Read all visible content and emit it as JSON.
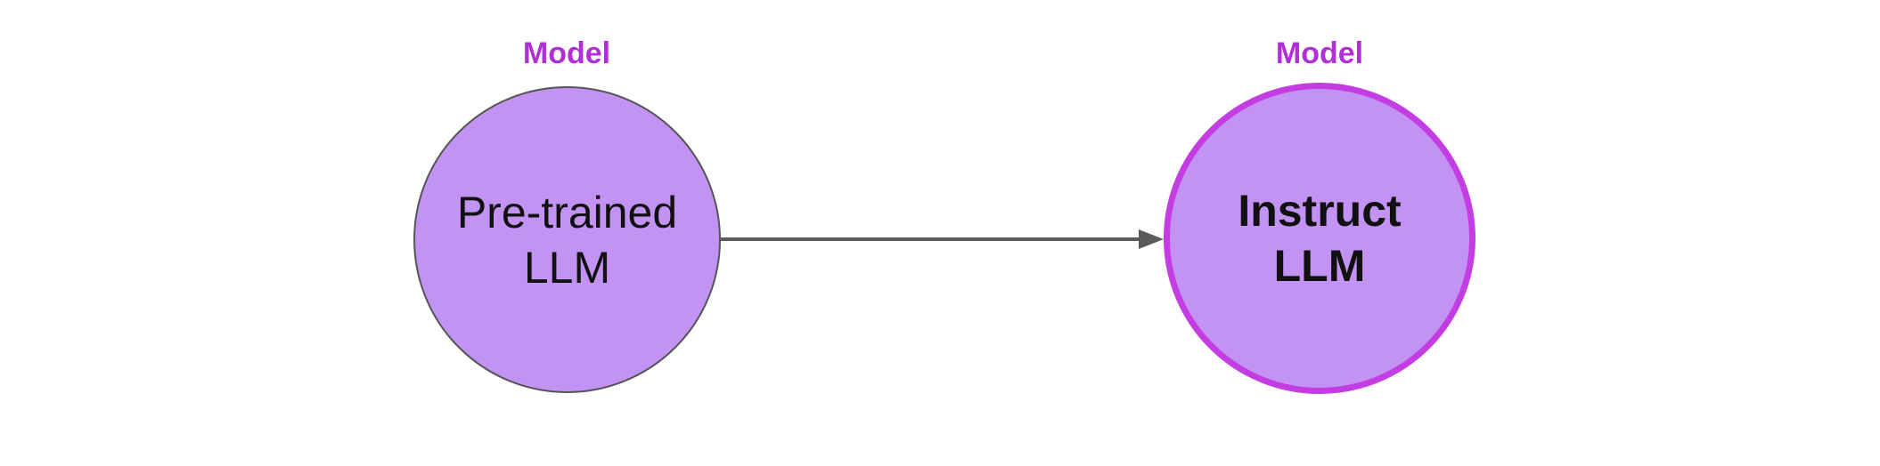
{
  "diagram": {
    "nodes": [
      {
        "id": "pretrained",
        "caption": "Model",
        "label": "Pre-trained\nLLM"
      },
      {
        "id": "instruct",
        "caption": "Model",
        "label": "Instruct\nLLM"
      }
    ],
    "edges": [
      {
        "from": "pretrained",
        "to": "instruct"
      }
    ],
    "colors": {
      "node_fill": "#c393f4",
      "caption": "#b02fd6",
      "highlight_border": "#c43de2",
      "arrow": "#5a5a5a"
    }
  }
}
